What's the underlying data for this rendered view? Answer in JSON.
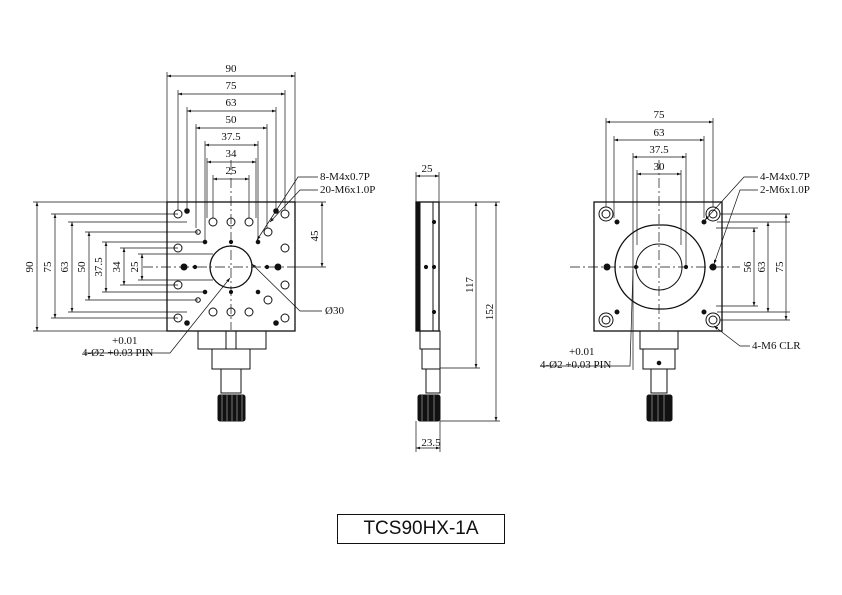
{
  "model": "TCS90HX-1A",
  "front_view": {
    "top_dims": [
      "90",
      "75",
      "63",
      "50",
      "37.5",
      "34",
      "25"
    ],
    "left_dims": [
      "90",
      "75",
      "63",
      "50",
      "37.5",
      "34",
      "25"
    ],
    "right_dim": "45",
    "callouts": {
      "m4": "8-M4x0.7P",
      "m6": "20-M6x1.0P",
      "bore": "Ø30",
      "pin_tol": "+0.01",
      "pin": "4-Ø2 +0.03 PIN"
    }
  },
  "side_view": {
    "width": "25",
    "height_a": "117",
    "height_b": "152",
    "bottom": "23.5"
  },
  "rear_view": {
    "top_dims": [
      "75",
      "63",
      "37.5",
      "30"
    ],
    "right_dims": [
      "56",
      "63",
      "75"
    ],
    "callouts": {
      "m4": "4-M4x0.7P",
      "m6": "2-M6x1.0P",
      "clr": "4-M6 CLR",
      "pin_tol": "+0.01",
      "pin": "4-Ø2 +0.03 PIN"
    }
  }
}
